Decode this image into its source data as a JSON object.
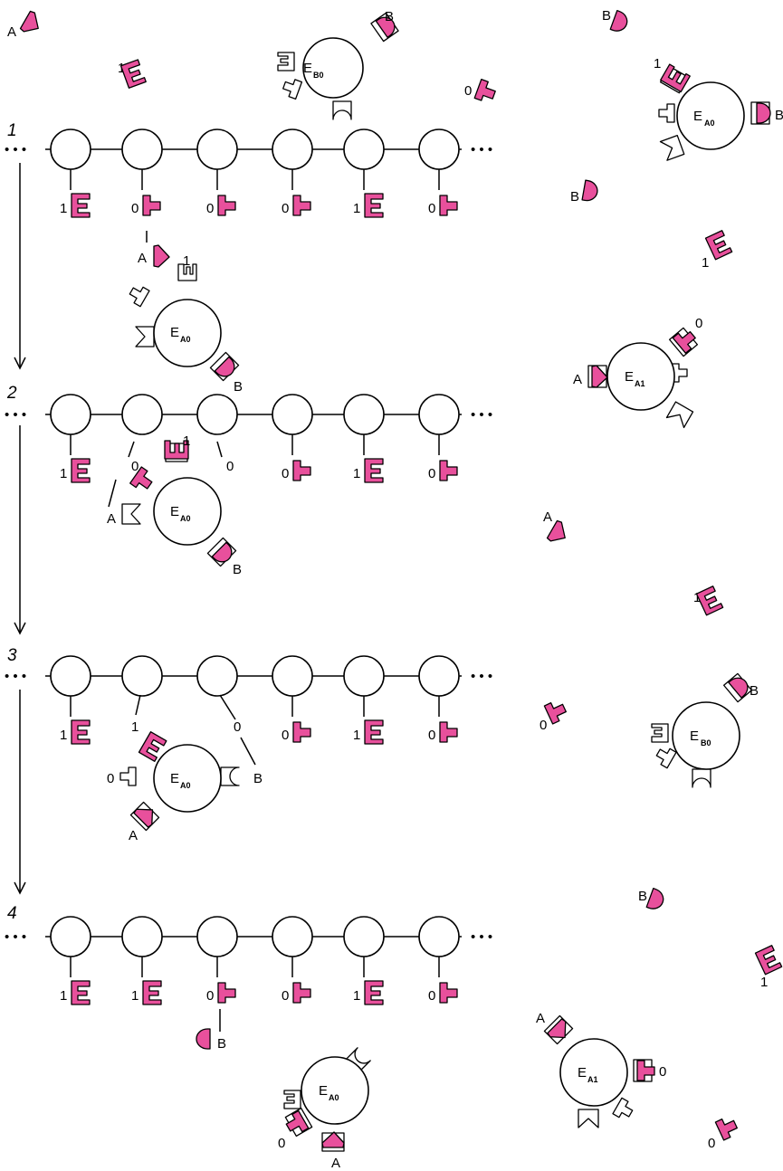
{
  "labels": {
    "zero": "0",
    "one": "1",
    "a": "A",
    "b": "B",
    "e": "E",
    "e_a0_sub": "A0",
    "e_a1_sub": "A1",
    "e_b0_sub": "B0",
    "ellipsis": "• • •"
  },
  "steps": [
    "1",
    "2",
    "3",
    "4"
  ],
  "tape_states": [
    [
      "1",
      "0",
      "0",
      "0",
      "1",
      "0"
    ],
    [
      "1",
      "0",
      "",
      "0",
      "1",
      "0"
    ],
    [
      "1",
      "1",
      "0",
      "0",
      "1",
      "0"
    ],
    [
      "1",
      "1",
      "0",
      "0",
      "1",
      "0"
    ]
  ],
  "colors": {
    "symbol_fill": "#e8509c",
    "stroke": "#000000",
    "background": "#ffffff"
  },
  "icons": [
    "symbol-1-icon",
    "symbol-0-icon",
    "symbol-a-icon",
    "symbol-b-icon",
    "enzyme-circle-icon"
  ]
}
